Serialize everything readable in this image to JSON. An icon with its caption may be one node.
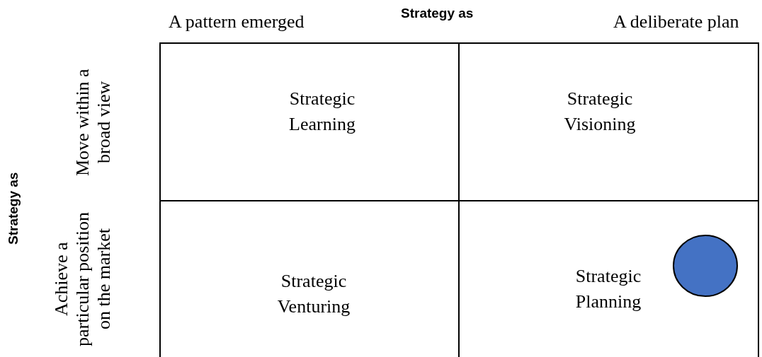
{
  "diagram": {
    "nodes": [
      {
        "text": [
          "Strategic Learning"
        ]
      },
      {
        "text": [
          "Strategic Visioning"
        ]
      },
      {
        "text": [
          "Strategic Venturing"
        ]
      },
      {
        "text": [
          "Strategic Planning"
        ]
      },
      {
        "text": [],
        "shape": "circle",
        "in": 3
      }
    ],
    "labels": [
      "Strategy as",
      "A pattern emerged",
      "A deliberate plan",
      "Strategy as",
      "Move within a broad view",
      "Achieve a particular position on the market"
    ]
  }
}
